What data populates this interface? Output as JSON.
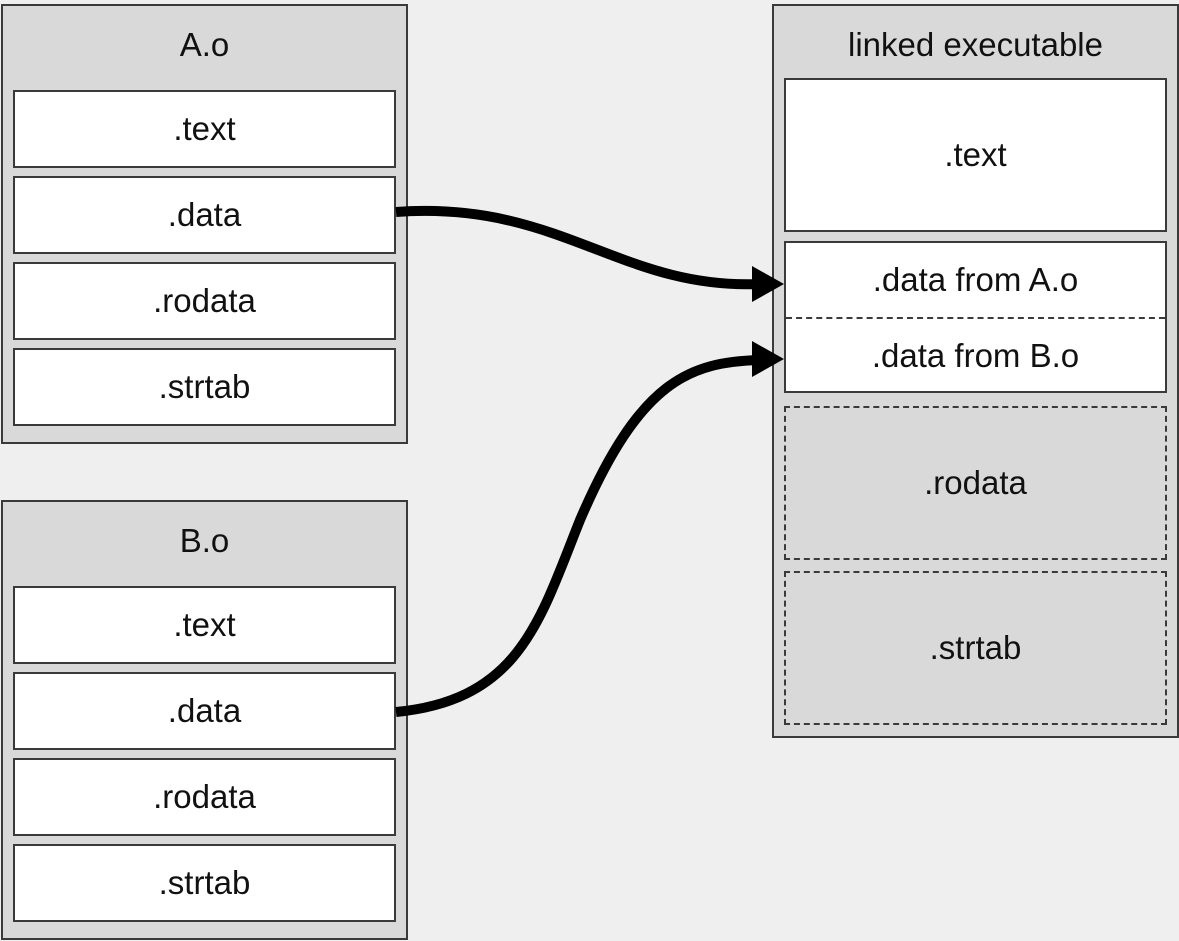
{
  "objA": {
    "title": "A.o",
    "sections": [
      ".text",
      ".data",
      ".rodata",
      ".strtab"
    ]
  },
  "objB": {
    "title": "B.o",
    "sections": [
      ".text",
      ".data",
      ".rodata",
      ".strtab"
    ]
  },
  "exe": {
    "title": "linked executable",
    "text": ".text",
    "data_from_a": ".data from A.o",
    "data_from_b": ".data from B.o",
    "rodata": ".rodata",
    "strtab": ".strtab"
  }
}
